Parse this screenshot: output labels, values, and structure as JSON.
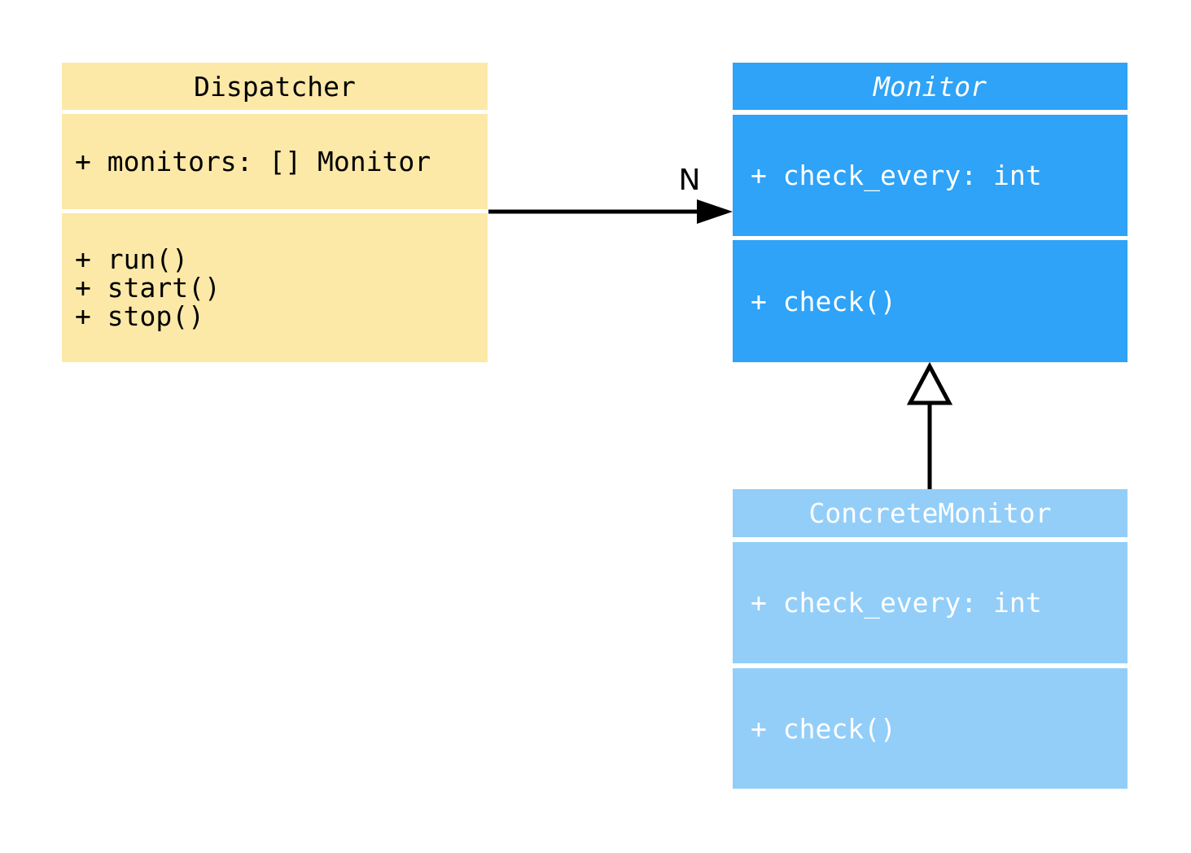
{
  "diagram": {
    "kind": "uml-class-diagram",
    "background": "#FFFFFF",
    "classes": [
      {
        "name": "Dispatcher",
        "title_italic": false,
        "attributes": [
          "+ monitors: [] Monitor"
        ],
        "methods": [
          "+ run()",
          "+ start()",
          "+ stop()"
        ],
        "fill": "#FCE9A7",
        "text_color": "#000000"
      },
      {
        "name": "Monitor",
        "title_italic": true,
        "attributes": [
          "+ check_every: int"
        ],
        "methods": [
          "+ check()"
        ],
        "fill": "#2EA3F7",
        "text_color": "#FFFFFF"
      },
      {
        "name": "ConcreteMonitor",
        "title_italic": false,
        "attributes": [
          "+ check_every: int"
        ],
        "methods": [
          "+ check()"
        ],
        "fill": "#93CEF9",
        "text_color": "#FFFFFF"
      }
    ],
    "relations": [
      {
        "type": "association",
        "from": "Dispatcher",
        "to": "Monitor",
        "label": "N",
        "arrow_color": "#000000"
      },
      {
        "type": "generalization",
        "from": "ConcreteMonitor",
        "to": "Monitor",
        "label": "",
        "arrow_color": "#000000"
      }
    ]
  }
}
